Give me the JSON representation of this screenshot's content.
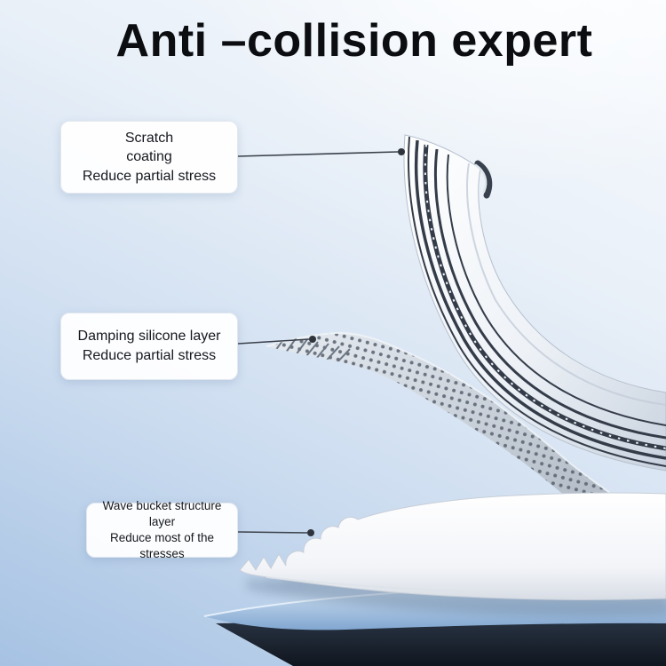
{
  "title": "Anti –collision expert",
  "callouts": [
    {
      "id": "scratch-coating",
      "lines": [
        "Scratch",
        "coating",
        "Reduce partial stress"
      ]
    },
    {
      "id": "damping-silicone-layer",
      "lines": [
        "Damping silicone layer",
        "Reduce partial stress"
      ]
    },
    {
      "id": "wave-bucket-structure-layer",
      "lines": [
        "Wave bucket structure layer",
        "Reduce most of the stresses"
      ]
    }
  ],
  "colors": {
    "background_top": "#f8fbfe",
    "background_bottom": "#a6c2e3",
    "title_text": "#0b0d10",
    "callout_text": "#15181d",
    "callout_background": "#ffffff",
    "leader_line": "#3a4049",
    "metal_stripe": "#343c49",
    "mesh_silver": "#aab4c0",
    "wave_white": "#ffffff",
    "glass_blue": "#85a9d2",
    "base_dark": "#10161f"
  }
}
